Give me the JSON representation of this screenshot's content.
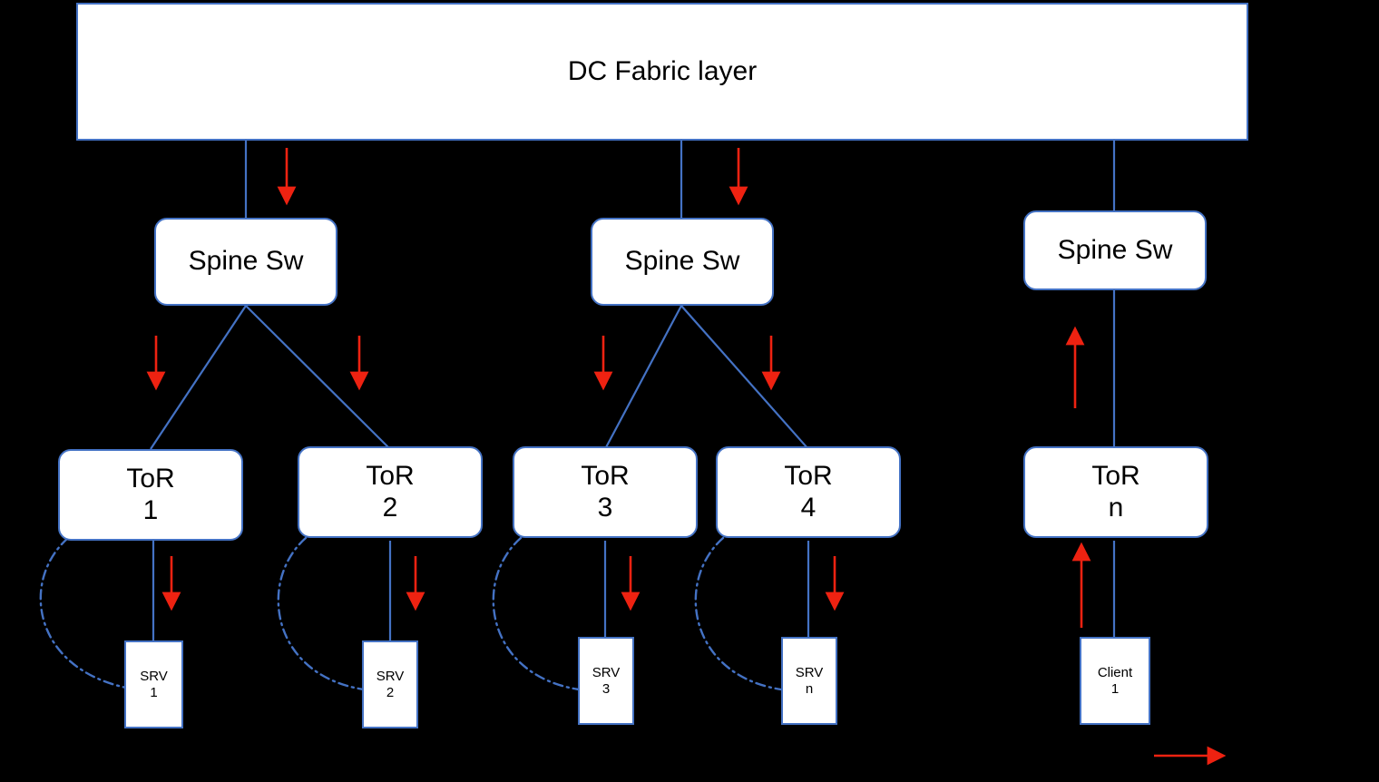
{
  "diagram": {
    "title": "DC Fabric layer",
    "background_color": "#000000",
    "node_fill": "#ffffff",
    "node_border_color": "#4472c4",
    "link_color": "#4472c4",
    "arrow_color": "#ee2211"
  },
  "fabric": {
    "label": "DC Fabric layer"
  },
  "spines": [
    {
      "label": "Spine Sw"
    },
    {
      "label": "Spine Sw"
    },
    {
      "label": "Spine Sw"
    }
  ],
  "tors": [
    {
      "line1": "ToR",
      "line2": "1"
    },
    {
      "line1": "ToR",
      "line2": "2"
    },
    {
      "line1": "ToR",
      "line2": "3"
    },
    {
      "line1": "ToR",
      "line2": "4"
    },
    {
      "line1": "ToR",
      "line2": "n"
    }
  ],
  "endpoints": [
    {
      "line1": "SRV",
      "line2": "1"
    },
    {
      "line1": "SRV",
      "line2": "2"
    },
    {
      "line1": "SRV",
      "line2": "3"
    },
    {
      "line1": "SRV",
      "line2": "n"
    },
    {
      "line1": "Client",
      "line2": "1"
    }
  ]
}
